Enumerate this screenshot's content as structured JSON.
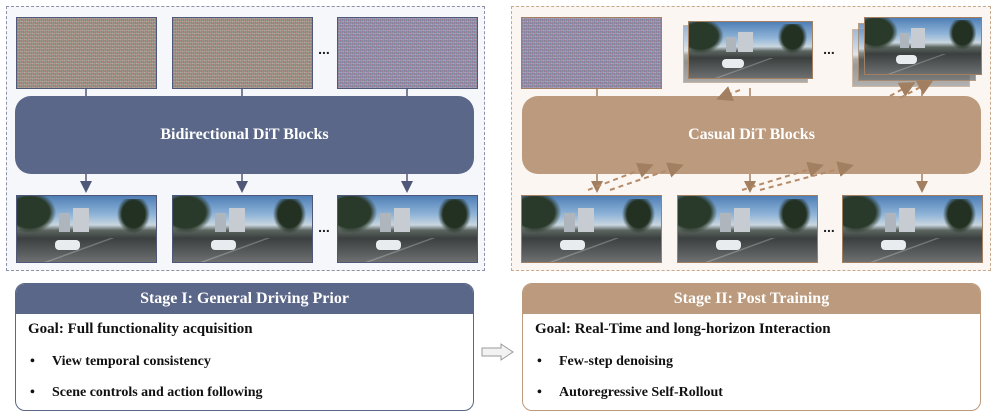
{
  "stage1": {
    "block_label": "Bidirectional DiT Blocks",
    "ellipsis_top": "...",
    "ellipsis_bottom": "...",
    "title": "Stage I: General Driving Prior",
    "goal": "Goal: Full functionality acquisition",
    "bullets": [
      "View temporal consistency",
      "Scene controls and action following"
    ]
  },
  "stage2": {
    "block_label": "Casual DiT Blocks",
    "ellipsis_top": "...",
    "ellipsis_bottom": "...",
    "title": "Stage II: Post Training",
    "goal": "Goal: Real-Time and long-horizon Interaction",
    "bullets": [
      "Few-step denoising",
      "Autoregressive Self-Rollout"
    ]
  },
  "bullet_marker": "•",
  "colors": {
    "stage1_accent": "#5b6788",
    "stage2_accent": "#bb9a7d",
    "stage1_border": "#8c90a8",
    "stage2_border": "#c9a98e"
  }
}
